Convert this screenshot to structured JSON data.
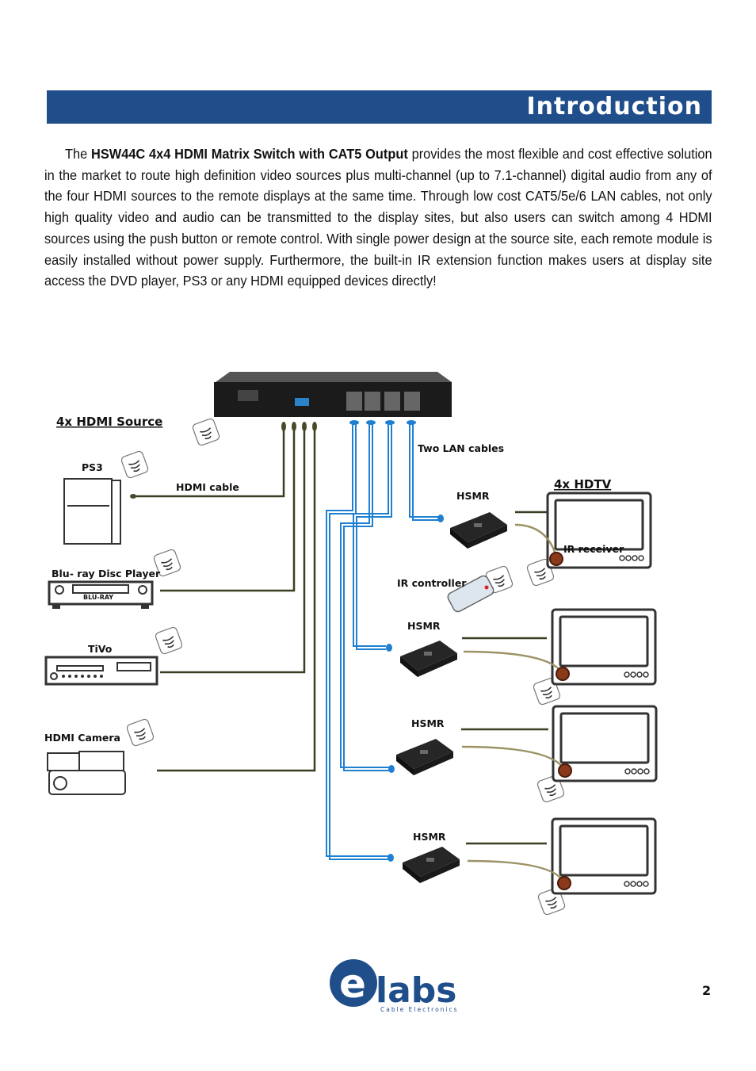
{
  "header": {
    "title": "Introduction"
  },
  "intro": {
    "lead": "The ",
    "product": "HSW44C 4x4 HDMI Matrix Switch with CAT5 Output",
    "body": " provides the most flexible and cost effective solution in the market to route high definition video sources plus multi-channel (up to 7.1-channel) digital audio from any of the four HDMI sources to the remote displays at the same time. Through low cost CAT5/5e/6 LAN cables, not only high quality video and audio can be transmitted to the display sites, but also users can switch among 4 HDMI sources using the push button or remote control. With single power design at the source site, each remote module is easily installed without power supply. Furthermore, the built-in IR extension function makes users at display site access the DVD player, PS3 or any HDMI equipped devices directly!"
  },
  "diagram": {
    "source_heading": "4x HDMI Source",
    "display_heading": "4x HDTV",
    "sources": [
      "PS3",
      "Blu- ray Disc Player",
      "TiVo",
      "HDMI Camera"
    ],
    "bluray_text": "BLU-RAY",
    "hdmi_cable": "HDMI cable",
    "lan_cables": "Two LAN cables",
    "receivers": [
      "HSMR",
      "HSMR",
      "HSMR",
      "HSMR"
    ],
    "ir_controller": "IR controller",
    "ir_receiver": "IR receiver"
  },
  "footer": {
    "page_number": "2",
    "logo_mark": "e",
    "logo_word": "labs",
    "logo_tagline": "Cable Electronics"
  },
  "colors": {
    "banner": "#1f4e8a",
    "lan": "#1f7fd1",
    "hdmi": "#4a4a2a"
  }
}
